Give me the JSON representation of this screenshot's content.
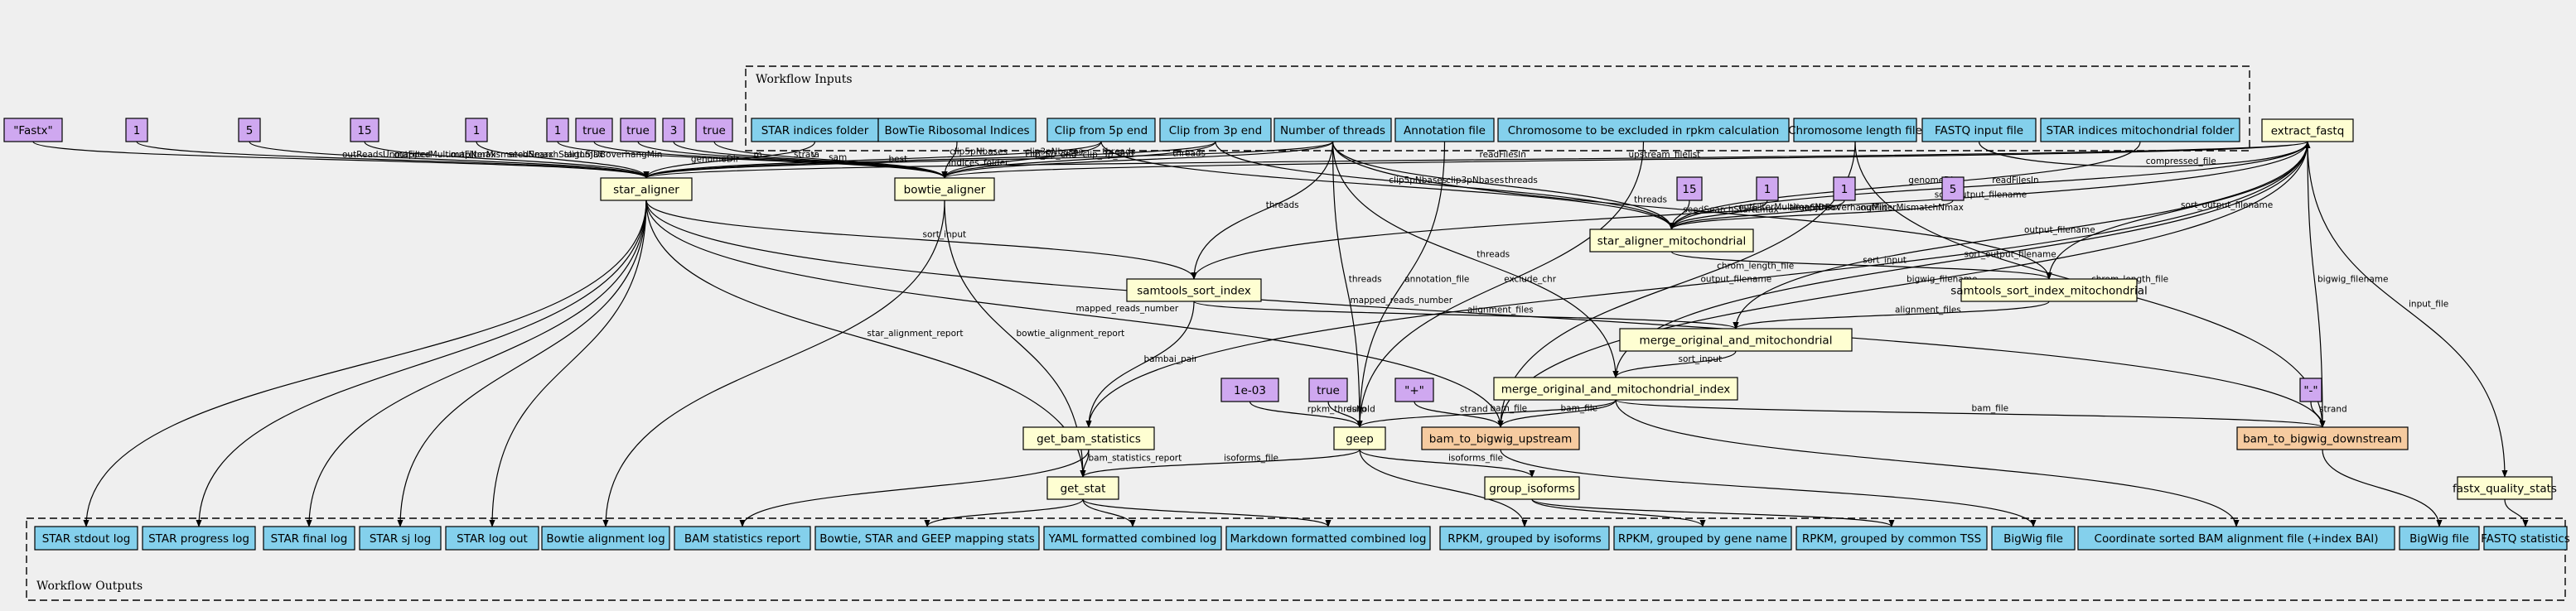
{
  "clusters": {
    "inputs_title": "Workflow Inputs",
    "outputs_title": "Workflow Outputs"
  },
  "colors": {
    "input_fill": "#84d0ec",
    "param_fill": "#cfa8f0",
    "step_fill": "#fefed2",
    "bigwig_step_fill": "#f6cba0",
    "background": "#efefef"
  },
  "nodes": [
    {
      "id": "in_star_idx",
      "type": "input",
      "label": "STAR indices folder"
    },
    {
      "id": "in_bowtie_idx",
      "type": "input",
      "label": "BowTie Ribosomal Indices"
    },
    {
      "id": "in_clip5",
      "type": "input",
      "label": "Clip from 5p end"
    },
    {
      "id": "in_clip3",
      "type": "input",
      "label": "Clip from 3p end"
    },
    {
      "id": "in_threads",
      "type": "input",
      "label": "Number of threads"
    },
    {
      "id": "in_annotation",
      "type": "input",
      "label": "Annotation file"
    },
    {
      "id": "in_exclude_chr",
      "type": "input",
      "label": "Chromosome to be excluded in rpkm calculation"
    },
    {
      "id": "in_chrom_length",
      "type": "input",
      "label": "Chromosome length file"
    },
    {
      "id": "in_fastq",
      "type": "input",
      "label": "FASTQ input file"
    },
    {
      "id": "in_star_mito",
      "type": "input",
      "label": "STAR indices mitochondrial folder"
    },
    {
      "id": "p_fastx",
      "type": "param",
      "label": "\"Fastx\""
    },
    {
      "id": "p_1a",
      "type": "param",
      "label": "1"
    },
    {
      "id": "p_5a",
      "type": "param",
      "label": "5"
    },
    {
      "id": "p_15a",
      "type": "param",
      "label": "15"
    },
    {
      "id": "p_1b",
      "type": "param",
      "label": "1"
    },
    {
      "id": "p_1c",
      "type": "param",
      "label": "1"
    },
    {
      "id": "p_true_a",
      "type": "param",
      "label": "true"
    },
    {
      "id": "p_true_b",
      "type": "param",
      "label": "true"
    },
    {
      "id": "p_3",
      "type": "param",
      "label": "3"
    },
    {
      "id": "p_true_c",
      "type": "param",
      "label": "true"
    },
    {
      "id": "p_15b",
      "type": "param",
      "label": "15"
    },
    {
      "id": "p_1d",
      "type": "param",
      "label": "1"
    },
    {
      "id": "p_1e",
      "type": "param",
      "label": "1"
    },
    {
      "id": "p_5b",
      "type": "param",
      "label": "5"
    },
    {
      "id": "p_1e03",
      "type": "param",
      "label": "1e-03"
    },
    {
      "id": "p_true_d",
      "type": "param",
      "label": "true"
    },
    {
      "id": "p_plus",
      "type": "param",
      "label": "\"+\""
    },
    {
      "id": "p_minus",
      "type": "param",
      "label": "\"-\""
    },
    {
      "id": "s_extract_fastq",
      "type": "step",
      "label": "extract_fastq"
    },
    {
      "id": "s_star_aligner",
      "type": "step",
      "label": "star_aligner"
    },
    {
      "id": "s_bowtie_aligner",
      "type": "step",
      "label": "bowtie_aligner"
    },
    {
      "id": "s_star_mito",
      "type": "step",
      "label": "star_aligner_mitochondrial"
    },
    {
      "id": "s_sort_index",
      "type": "step",
      "label": "samtools_sort_index"
    },
    {
      "id": "s_sort_index_mito",
      "type": "step",
      "label": "samtools_sort_index_mitochondrial"
    },
    {
      "id": "s_merge",
      "type": "step",
      "label": "merge_original_and_mitochondrial"
    },
    {
      "id": "s_merge_index",
      "type": "step",
      "label": "merge_original_and_mitochondrial_index"
    },
    {
      "id": "s_get_bam_stats",
      "type": "step",
      "label": "get_bam_statistics"
    },
    {
      "id": "s_geep",
      "type": "step",
      "label": "geep"
    },
    {
      "id": "s_bw_up",
      "type": "step",
      "label": "bam_to_bigwig_upstream"
    },
    {
      "id": "s_bw_down",
      "type": "step",
      "label": "bam_to_bigwig_downstream"
    },
    {
      "id": "s_group_isoforms",
      "type": "step",
      "label": "group_isoforms"
    },
    {
      "id": "s_get_stat",
      "type": "step",
      "label": "get_stat"
    },
    {
      "id": "s_fastx_stats",
      "type": "step",
      "label": "fastx_quality_stats"
    },
    {
      "id": "o_stdout",
      "type": "output",
      "label": "STAR stdout log"
    },
    {
      "id": "o_progress",
      "type": "output",
      "label": "STAR progress log"
    },
    {
      "id": "o_final",
      "type": "output",
      "label": "STAR final log"
    },
    {
      "id": "o_sj",
      "type": "output",
      "label": "STAR sj log"
    },
    {
      "id": "o_logout",
      "type": "output",
      "label": "STAR log out"
    },
    {
      "id": "o_bowtie_log",
      "type": "output",
      "label": "Bowtie alignment log"
    },
    {
      "id": "o_bam_stats",
      "type": "output",
      "label": "BAM statistics report"
    },
    {
      "id": "o_mapping_stats",
      "type": "output",
      "label": "Bowtie, STAR and GEEP mapping stats"
    },
    {
      "id": "o_yaml",
      "type": "output",
      "label": "YAML formatted combined log"
    },
    {
      "id": "o_markdown",
      "type": "output",
      "label": "Markdown formatted combined log"
    },
    {
      "id": "o_rpkm_iso",
      "type": "output",
      "label": "RPKM, grouped by isoforms"
    },
    {
      "id": "o_rpkm_gene",
      "type": "output",
      "label": "RPKM, grouped by gene name"
    },
    {
      "id": "o_rpkm_tss",
      "type": "output",
      "label": "RPKM, grouped by common TSS"
    },
    {
      "id": "o_bigwig1",
      "type": "output",
      "label": "BigWig file"
    },
    {
      "id": "o_bam_bai",
      "type": "output",
      "label": "Coordinate sorted BAM alignment file (+index BAI)"
    },
    {
      "id": "o_bigwig2",
      "type": "output",
      "label": "BigWig file"
    },
    {
      "id": "o_fastq_stats",
      "type": "output",
      "label": "FASTQ statistics"
    }
  ],
  "edges": [
    {
      "from": "in_fastq",
      "to": "s_extract_fastq",
      "label": "compressed_file"
    },
    {
      "from": "p_fastx",
      "to": "s_star_aligner",
      "label": "outReadsUnmapped"
    },
    {
      "from": "p_1a",
      "to": "s_star_aligner",
      "label": "outFilterMultimapNmax"
    },
    {
      "from": "p_5a",
      "to": "s_star_aligner",
      "label": "outFilterMismatchNmax"
    },
    {
      "from": "p_15a",
      "to": "s_star_aligner",
      "label": "seedSearchStartLmax"
    },
    {
      "from": "p_1b",
      "to": "s_star_aligner",
      "label": "alignSJDBoverhangMin"
    },
    {
      "from": "p_1c",
      "to": "s_bowtie_aligner",
      "label": "m"
    },
    {
      "from": "p_true_a",
      "to": "s_bowtie_aligner",
      "label": "sam"
    },
    {
      "from": "p_true_b",
      "to": "s_bowtie_aligner",
      "label": "strata"
    },
    {
      "from": "p_3",
      "to": "s_bowtie_aligner",
      "label": "v"
    },
    {
      "from": "p_true_c",
      "to": "s_bowtie_aligner",
      "label": "best"
    },
    {
      "from": "in_star_idx",
      "to": "s_star_aligner",
      "label": "genomeDir"
    },
    {
      "from": "in_clip5",
      "to": "s_star_aligner",
      "label": "clip5pNbases"
    },
    {
      "from": "in_clip3",
      "to": "s_star_aligner",
      "label": "clip3pNbases"
    },
    {
      "from": "in_threads",
      "to": "s_star_aligner",
      "label": "threads"
    },
    {
      "from": "in_bowtie_idx",
      "to": "s_bowtie_aligner",
      "label": "indices_folder"
    },
    {
      "from": "in_clip5",
      "to": "s_bowtie_aligner",
      "label": "clip_5p_end"
    },
    {
      "from": "in_clip3",
      "to": "s_bowtie_aligner",
      "label": "clip_3p_end"
    },
    {
      "from": "in_threads",
      "to": "s_bowtie_aligner",
      "label": "threads"
    },
    {
      "from": "s_extract_fastq",
      "to": "s_star_aligner",
      "label": "readFilesIn"
    },
    {
      "from": "s_extract_fastq",
      "to": "s_bowtie_aligner",
      "label": "upstream_filelist"
    },
    {
      "from": "in_clip5",
      "to": "s_star_mito",
      "label": "clip5pNbases"
    },
    {
      "from": "in_clip3",
      "to": "s_star_mito",
      "label": "clip3pNbases"
    },
    {
      "from": "in_star_mito",
      "to": "s_star_mito",
      "label": "genomeDir"
    },
    {
      "from": "s_extract_fastq",
      "to": "s_star_mito",
      "label": "readFilesIn"
    },
    {
      "from": "p_15b",
      "to": "s_star_mito",
      "label": "seedSearchStartLmax"
    },
    {
      "from": "in_threads",
      "to": "s_star_mito",
      "label": "threads"
    },
    {
      "from": "p_1d",
      "to": "s_star_mito",
      "label": "outFilterMultimapNmax"
    },
    {
      "from": "p_1e",
      "to": "s_star_mito",
      "label": "alignSJDBoverhangMin"
    },
    {
      "from": "p_5b",
      "to": "s_star_mito",
      "label": "outFilterMismatchNmax"
    },
    {
      "from": "s_star_aligner",
      "to": "s_sort_index",
      "label": "sort_input"
    },
    {
      "from": "in_threads",
      "to": "s_sort_index",
      "label": "threads"
    },
    {
      "from": "s_extract_fastq",
      "to": "s_sort_index",
      "label": "sort_output_filename"
    },
    {
      "from": "s_star_mito",
      "to": "s_sort_index_mito",
      "label": "sort_input"
    },
    {
      "from": "s_extract_fastq",
      "to": "s_sort_index_mito",
      "label": "sort_output_filename"
    },
    {
      "from": "in_threads",
      "to": "s_sort_index_mito",
      "label": "threads"
    },
    {
      "from": "s_sort_index",
      "to": "s_merge",
      "label": "alignment_files"
    },
    {
      "from": "s_sort_index_mito",
      "to": "s_merge",
      "label": "alignment_files"
    },
    {
      "from": "s_extract_fastq",
      "to": "s_merge",
      "label": "output_filename"
    },
    {
      "from": "s_merge",
      "to": "s_merge_index",
      "label": "sort_input"
    },
    {
      "from": "s_extract_fastq",
      "to": "s_merge_index",
      "label": "sort_output_filename"
    },
    {
      "from": "in_threads",
      "to": "s_merge_index",
      "label": "threads"
    },
    {
      "from": "s_sort_index",
      "to": "s_get_bam_stats",
      "label": "bambai_pair"
    },
    {
      "from": "s_extract_fastq",
      "to": "s_get_bam_stats",
      "label": "output_filename"
    },
    {
      "from": "s_star_aligner",
      "to": "s_get_stat",
      "label": "star_alignment_report"
    },
    {
      "from": "s_bowtie_aligner",
      "to": "s_get_stat",
      "label": "bowtie_alignment_report"
    },
    {
      "from": "s_get_bam_stats",
      "to": "s_get_stat",
      "label": "bam_statistics_report"
    },
    {
      "from": "s_geep",
      "to": "s_get_stat",
      "label": "isoforms_file"
    },
    {
      "from": "s_star_aligner",
      "to": "s_bw_up",
      "label": "mapped_reads_number"
    },
    {
      "from": "s_star_aligner",
      "to": "s_bw_down",
      "label": "mapped_reads_number"
    },
    {
      "from": "s_merge_index",
      "to": "s_bw_up",
      "label": "bam_file"
    },
    {
      "from": "s_merge_index",
      "to": "s_bw_down",
      "label": "bam_file"
    },
    {
      "from": "in_chrom_length",
      "to": "s_bw_up",
      "label": "chrom_length_file"
    },
    {
      "from": "in_chrom_length",
      "to": "s_bw_down",
      "label": "chrom_length_file"
    },
    {
      "from": "s_extract_fastq",
      "to": "s_bw_up",
      "label": "bigwig_filename"
    },
    {
      "from": "s_extract_fastq",
      "to": "s_bw_down",
      "label": "bigwig_filename"
    },
    {
      "from": "p_plus",
      "to": "s_bw_up",
      "label": "strand"
    },
    {
      "from": "p_minus",
      "to": "s_bw_down",
      "label": "strand"
    },
    {
      "from": "p_1e03",
      "to": "s_geep",
      "label": "rpkm_threshold"
    },
    {
      "from": "p_true_d",
      "to": "s_geep",
      "label": "dutp"
    },
    {
      "from": "in_annotation",
      "to": "s_geep",
      "label": "annotation_file"
    },
    {
      "from": "in_exclude_chr",
      "to": "s_geep",
      "label": "exclude_chr"
    },
    {
      "from": "in_threads",
      "to": "s_geep",
      "label": "threads"
    },
    {
      "from": "s_merge_index",
      "to": "s_geep",
      "label": "bam_file"
    },
    {
      "from": "s_geep",
      "to": "s_group_isoforms",
      "label": "isoforms_file"
    },
    {
      "from": "s_extract_fastq",
      "to": "s_fastx_stats",
      "label": "input_file"
    },
    {
      "from": "s_star_aligner",
      "to": "o_stdout",
      "label": ""
    },
    {
      "from": "s_star_aligner",
      "to": "o_progress",
      "label": ""
    },
    {
      "from": "s_star_aligner",
      "to": "o_final",
      "label": ""
    },
    {
      "from": "s_star_aligner",
      "to": "o_sj",
      "label": ""
    },
    {
      "from": "s_star_aligner",
      "to": "o_logout",
      "label": ""
    },
    {
      "from": "s_bowtie_aligner",
      "to": "o_bowtie_log",
      "label": ""
    },
    {
      "from": "s_get_bam_stats",
      "to": "o_bam_stats",
      "label": ""
    },
    {
      "from": "s_get_stat",
      "to": "o_mapping_stats",
      "label": ""
    },
    {
      "from": "s_get_stat",
      "to": "o_yaml",
      "label": ""
    },
    {
      "from": "s_get_stat",
      "to": "o_markdown",
      "label": ""
    },
    {
      "from": "s_geep",
      "to": "o_rpkm_iso",
      "label": ""
    },
    {
      "from": "s_group_isoforms",
      "to": "o_rpkm_gene",
      "label": ""
    },
    {
      "from": "s_group_isoforms",
      "to": "o_rpkm_tss",
      "label": ""
    },
    {
      "from": "s_bw_up",
      "to": "o_bigwig1",
      "label": ""
    },
    {
      "from": "s_merge_index",
      "to": "o_bam_bai",
      "label": ""
    },
    {
      "from": "s_bw_down",
      "to": "o_bigwig2",
      "label": ""
    },
    {
      "from": "s_fastx_stats",
      "to": "o_fastq_stats",
      "label": ""
    }
  ]
}
